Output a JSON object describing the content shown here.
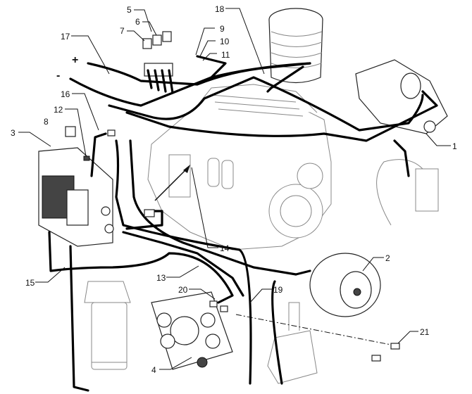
{
  "diagram": {
    "polarity": {
      "plus": "+",
      "minus": "-"
    },
    "callouts": [
      {
        "id": "1",
        "text": "1"
      },
      {
        "id": "2",
        "text": "2"
      },
      {
        "id": "3",
        "text": "3"
      },
      {
        "id": "4",
        "text": "4"
      },
      {
        "id": "5",
        "text": "5"
      },
      {
        "id": "6",
        "text": "6"
      },
      {
        "id": "7",
        "text": "7"
      },
      {
        "id": "8",
        "text": "8"
      },
      {
        "id": "9",
        "text": "9"
      },
      {
        "id": "10",
        "text": "10"
      },
      {
        "id": "11",
        "text": "11"
      },
      {
        "id": "12",
        "text": "12"
      },
      {
        "id": "13",
        "text": "13"
      },
      {
        "id": "14",
        "text": "14"
      },
      {
        "id": "15",
        "text": "15"
      },
      {
        "id": "16",
        "text": "16"
      },
      {
        "id": "17",
        "text": "17"
      },
      {
        "id": "18",
        "text": "18"
      },
      {
        "id": "19",
        "text": "19"
      },
      {
        "id": "20",
        "text": "20"
      },
      {
        "id": "21",
        "text": "21"
      }
    ]
  }
}
